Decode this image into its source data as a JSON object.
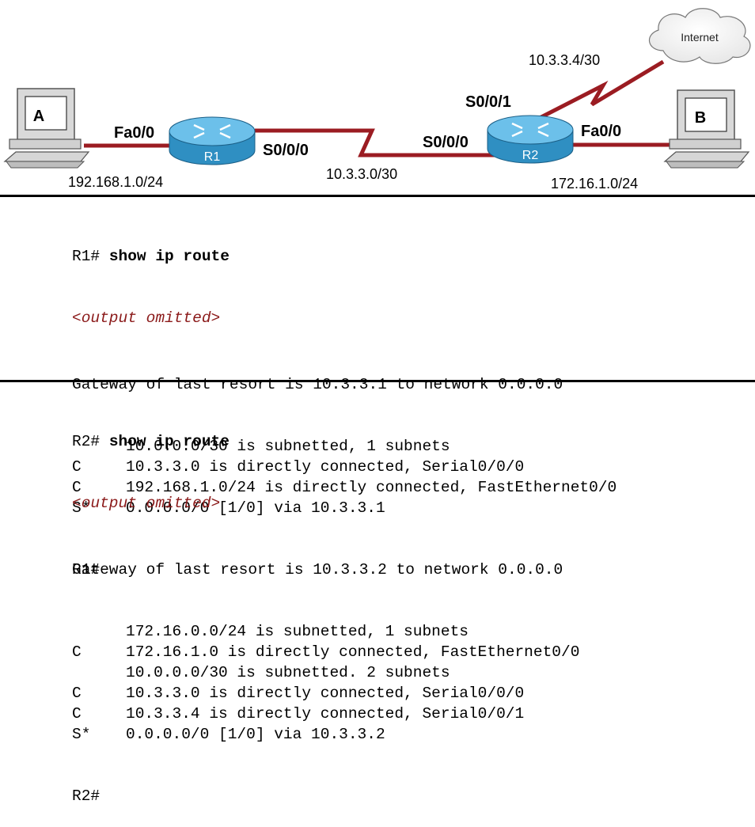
{
  "colors": {
    "link": "#9b1c22",
    "router_body": "#2f8fc2",
    "router_top": "#6cc0ea",
    "omitted_text": "#8b1a1a"
  },
  "diagram": {
    "hosts": {
      "a": "A",
      "b": "B"
    },
    "routers": {
      "r1": "R1",
      "r2": "R2"
    },
    "cloud": "Internet",
    "interfaces": {
      "r1_fa": "Fa0/0",
      "r1_s": "S0/0/0",
      "r2_s0": "S0/0/0",
      "r2_s1": "S0/0/1",
      "r2_fa": "Fa0/0"
    },
    "networks": {
      "lan_a": "192.168.1.0/24",
      "wan": "10.3.3.0/30",
      "inet": "10.3.3.4/30",
      "lan_b": "172.16.1.0/24"
    }
  },
  "r1_output": {
    "prompt": "R1#",
    "command": "show ip route",
    "omitted": "<output omitted>",
    "gateway": "Gateway of last resort is 10.3.3.1 to network 0.0.0.0",
    "routes": [
      {
        "code": "",
        "text": "10.0.0.0/30 is subnetted, 1 subnets"
      },
      {
        "code": "C",
        "text": "10.3.3.0 is directly connected, Serial0/0/0"
      },
      {
        "code": "C",
        "text": "192.168.1.0/24 is directly connected, FastEthernet0/0"
      },
      {
        "code": "S*",
        "text": "0.0.0.0/0 [1/0] via 10.3.3.1"
      }
    ],
    "end_prompt": "R1#"
  },
  "r2_output": {
    "prompt": "R2#",
    "command": "show ip route",
    "omitted": "<output omitted>",
    "gateway": "Gateway of last resort is 10.3.3.2 to network 0.0.0.0",
    "routes": [
      {
        "code": "",
        "text": "172.16.0.0/24 is subnetted, 1 subnets"
      },
      {
        "code": "C",
        "text": "172.16.1.0 is directly connected, FastEthernet0/0"
      },
      {
        "code": "",
        "text": "10.0.0.0/30 is subnetted. 2 subnets"
      },
      {
        "code": "C",
        "text": "10.3.3.0 is directly connected, Serial0/0/0"
      },
      {
        "code": "C",
        "text": "10.3.3.4 is directly connected, Serial0/0/1"
      },
      {
        "code": "S*",
        "text": "0.0.0.0/0 [1/0] via 10.3.3.2"
      }
    ],
    "end_prompt": "R2#"
  }
}
